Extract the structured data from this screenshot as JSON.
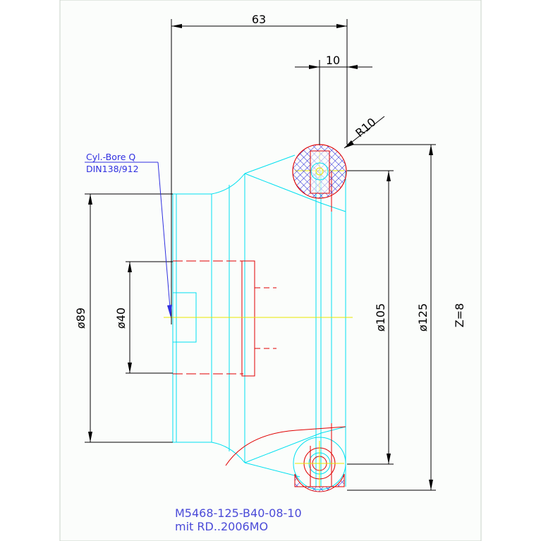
{
  "colors": {
    "background": "#ffffff",
    "sheet": "#fbfdfb",
    "border": "#c8d2c8",
    "dimension": "#000000",
    "outline": "#00e0f0",
    "hidden": "#e00000",
    "centerline": "#e8e800",
    "hatch": "#2020d8",
    "annotation": "#3030e0"
  },
  "dimensions": {
    "overall_length": "63",
    "rim_width": "10",
    "radius": "R10",
    "bore_dia": "ø40",
    "hub_dia": "ø89",
    "pitch_dia": "ø105",
    "outer_dia": "ø125"
  },
  "annotations": {
    "bore_note_line1": "Cyl.-Bore Q",
    "bore_note_line2": "DIN138/912",
    "teeth_count": "Z=8"
  },
  "title_block": {
    "part_number": "M5468-125-B40-08-10",
    "variant": "mit RD..2006MO"
  }
}
